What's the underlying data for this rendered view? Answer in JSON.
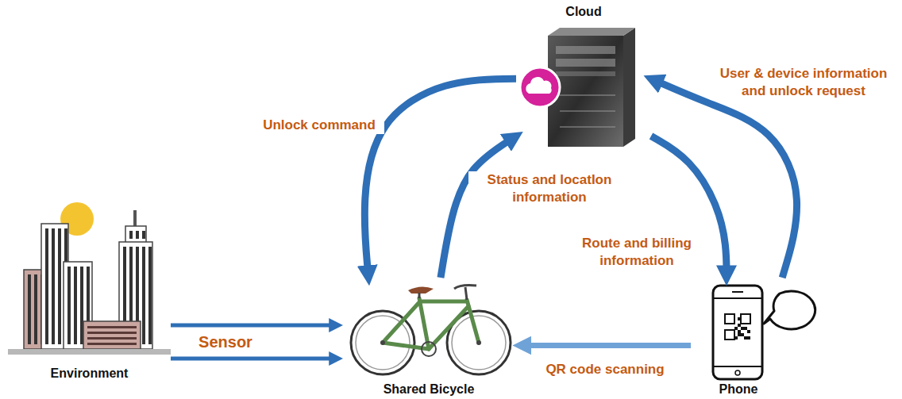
{
  "diagram": {
    "nodes": [
      {
        "text": [
          "Cloud"
        ]
      },
      {
        "text": [
          "Environment"
        ]
      },
      {
        "text": [
          "Shared Bicycle"
        ]
      },
      {
        "text": [
          "Phone"
        ]
      }
    ],
    "edges": [
      {
        "from": 0,
        "to": 2,
        "arrow": "to",
        "label": "Unlock command"
      },
      {
        "from": 2,
        "to": 0,
        "arrow": "to",
        "label": "Status and locatIon information"
      },
      {
        "from": 0,
        "to": 3,
        "arrow": "to",
        "label": "Route and billing information"
      },
      {
        "from": 3,
        "to": 0,
        "arrow": "to",
        "label": "User & device information and unlock request"
      },
      {
        "from": 3,
        "to": 2,
        "arrow": "to",
        "label": "QR code scanning"
      },
      {
        "from": 1,
        "to": 2,
        "arrow": "to",
        "label": "Sensor"
      },
      {
        "from": 1,
        "to": 2,
        "arrow": "to"
      }
    ]
  }
}
